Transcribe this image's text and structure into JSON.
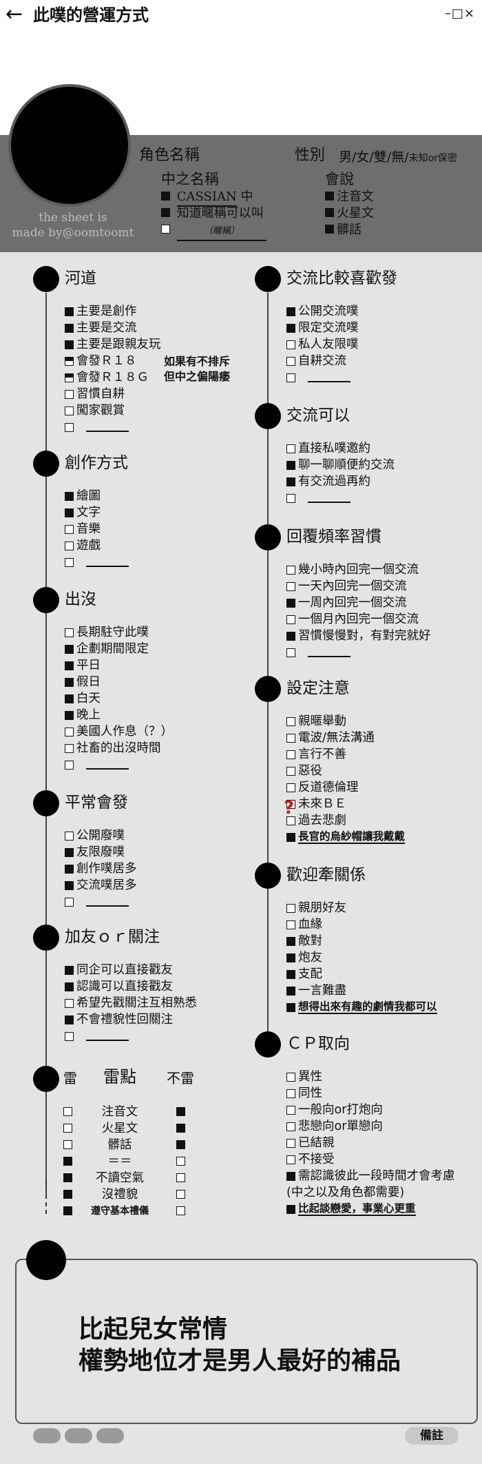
{
  "topbar": {
    "back": "←",
    "title": "此噗的營運方式",
    "controls": "–□×"
  },
  "credit": [
    "the sheet is",
    "made by@oomtoomt"
  ],
  "profile": {
    "char_name_label": "角色名稱",
    "gender_label": "性別",
    "gender_options": "男/女/雙/無/",
    "gender_small": "未知or保密",
    "zh_name_label": "中之名稱",
    "zh_name_items": [
      {
        "checked": true,
        "text": "CASSIAN",
        "suffix": "中"
      },
      {
        "checked": true,
        "text": "知道暱稱可以叫"
      },
      {
        "checked": false,
        "text": "（暱稱）"
      }
    ],
    "lang_label": "會說",
    "lang_items": [
      {
        "checked": true,
        "text": "注音文"
      },
      {
        "checked": true,
        "text": "火星文"
      },
      {
        "checked": true,
        "text": "髒話"
      }
    ]
  },
  "left_sections": [
    {
      "title": "河道",
      "items": [
        {
          "state": "on",
          "text": "主要是創作"
        },
        {
          "state": "on",
          "text": "主要是交流"
        },
        {
          "state": "on",
          "text": "主要是跟親友玩"
        },
        {
          "state": "half",
          "text": "會發Ｒ１８"
        },
        {
          "state": "half",
          "text": "會發Ｒ１８Ｇ"
        },
        {
          "state": "off",
          "text": "習慣自耕"
        },
        {
          "state": "off",
          "text": "闖家觀賞"
        },
        {
          "state": "off",
          "text": "",
          "blank": true
        }
      ],
      "note": [
        "如果有不排斥",
        "但中之偏陽痿"
      ]
    },
    {
      "title": "創作方式",
      "items": [
        {
          "state": "on",
          "text": "繪圖"
        },
        {
          "state": "on",
          "text": "文字"
        },
        {
          "state": "off",
          "text": "音樂"
        },
        {
          "state": "off",
          "text": "遊戲"
        },
        {
          "state": "off",
          "text": "",
          "blank": true
        }
      ]
    },
    {
      "title": "出沒",
      "items": [
        {
          "state": "off",
          "text": "長期駐守此噗"
        },
        {
          "state": "on",
          "text": "企劃期間限定"
        },
        {
          "state": "on",
          "text": "平日"
        },
        {
          "state": "on",
          "text": "假日"
        },
        {
          "state": "on",
          "text": "白天"
        },
        {
          "state": "on",
          "text": "晚上"
        },
        {
          "state": "off",
          "text": "美國人作息（？）"
        },
        {
          "state": "off",
          "text": "社畜的出沒時間"
        },
        {
          "state": "off",
          "text": "",
          "blank": true
        }
      ]
    },
    {
      "title": "平常會發",
      "items": [
        {
          "state": "off",
          "text": "公開廢噗"
        },
        {
          "state": "on",
          "text": "友限廢噗"
        },
        {
          "state": "on",
          "text": "創作噗居多"
        },
        {
          "state": "on",
          "text": "交流噗居多"
        },
        {
          "state": "off",
          "text": "",
          "blank": true
        }
      ]
    },
    {
      "title": "加友ｏｒ關注",
      "items": [
        {
          "state": "on",
          "text": "同企可以直接戳友"
        },
        {
          "state": "on",
          "text": "認識可以直接戳友"
        },
        {
          "state": "off",
          "text": "希望先戳關注互相熟悉"
        },
        {
          "state": "on",
          "text": "不會禮貌性回關注"
        },
        {
          "state": "off",
          "text": "",
          "blank": true
        }
      ]
    }
  ],
  "mines": {
    "left_head": "雷",
    "mid_head": "雷點",
    "right_head": "不雷",
    "rows": [
      {
        "left": "off",
        "text": "注音文",
        "right": "on"
      },
      {
        "left": "off",
        "text": "火星文",
        "right": "on"
      },
      {
        "left": "off",
        "text": "髒話",
        "right": "on"
      },
      {
        "left": "on",
        "text": "＝＝",
        "right": "off"
      },
      {
        "left": "on",
        "text": "不讀空氣",
        "right": "off"
      },
      {
        "left": "on",
        "text": "沒禮貌",
        "right": "off"
      },
      {
        "left": "on",
        "text": "遵守基本禮儀",
        "right": "off"
      }
    ]
  },
  "right_sections": [
    {
      "title": "交流比較喜歡發",
      "items": [
        {
          "state": "on",
          "text": "公開交流噗"
        },
        {
          "state": "on",
          "text": "限定交流噗"
        },
        {
          "state": "off",
          "text": "私人友限噗"
        },
        {
          "state": "off",
          "text": "自耕交流"
        },
        {
          "state": "off",
          "text": "",
          "blank": true
        }
      ]
    },
    {
      "title": "交流可以",
      "items": [
        {
          "state": "off",
          "text": "直接私噗邀約"
        },
        {
          "state": "on",
          "text": "聊一聊順便約交流"
        },
        {
          "state": "on",
          "text": "有交流過再約"
        },
        {
          "state": "off",
          "text": "",
          "blank": true
        }
      ]
    },
    {
      "title": "回覆頻率習慣",
      "items": [
        {
          "state": "off",
          "text": "幾小時內回完一個交流"
        },
        {
          "state": "off",
          "text": "一天內回完一個交流"
        },
        {
          "state": "on",
          "text": "一周內回完一個交流"
        },
        {
          "state": "off",
          "text": "一個月內回完一個交流"
        },
        {
          "state": "on",
          "text": "習慣慢慢對，有對完就好"
        },
        {
          "state": "off",
          "text": "",
          "blank": true
        }
      ]
    },
    {
      "title": "設定注意",
      "items": [
        {
          "state": "off",
          "text": "親暱舉動"
        },
        {
          "state": "off",
          "text": "電波/無法溝通"
        },
        {
          "state": "off",
          "text": "言行不善"
        },
        {
          "state": "off",
          "text": "惡役"
        },
        {
          "state": "off",
          "text": "反道德倫理"
        },
        {
          "state": "off",
          "text": "未來ＢＥ"
        },
        {
          "state": "off",
          "text": "過去悲劇"
        },
        {
          "state": "on",
          "text": "長官的烏紗帽讓我戴戴",
          "bold": true
        }
      ],
      "qmark": "?"
    },
    {
      "title": "歡迎牽關係",
      "items": [
        {
          "state": "off",
          "text": "親朋好友"
        },
        {
          "state": "off",
          "text": "血緣"
        },
        {
          "state": "on",
          "text": "敵對"
        },
        {
          "state": "on",
          "text": "炮友"
        },
        {
          "state": "on",
          "text": "支配"
        },
        {
          "state": "on",
          "text": "一言難盡"
        },
        {
          "state": "on",
          "text": "想得出來有趣的劇情我都可以",
          "bold": true
        }
      ]
    },
    {
      "title": "ＣＰ取向",
      "items": [
        {
          "state": "off",
          "text": "異性"
        },
        {
          "state": "off",
          "text": "同性"
        },
        {
          "state": "off",
          "text": "一般向or打炮向"
        },
        {
          "state": "off",
          "text": "悲戀向or單戀向"
        },
        {
          "state": "off",
          "text": "已結親"
        },
        {
          "state": "off",
          "text": "不接受"
        },
        {
          "state": "on",
          "text": "需認識彼此一段時間才會考慮"
        },
        {
          "state": "none",
          "text": "(中之以及角色都需要)"
        },
        {
          "state": "on",
          "text": "比起談戀愛，事業心更重",
          "bold": true
        }
      ]
    }
  ],
  "quote": [
    "比起兒女常情",
    "權勢地位才是男人最好的補品"
  ],
  "footer": {
    "memo": "備註"
  }
}
